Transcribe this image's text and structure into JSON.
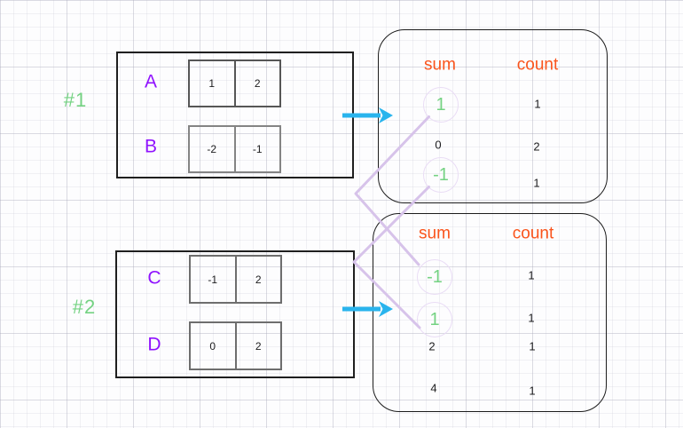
{
  "colors": {
    "green": "#74d282",
    "purple": "#9013fe",
    "orange": "#fa541c",
    "cyan": "#29b4ed",
    "lavender": "#d7c3ea",
    "lavlight": "#e9dcf5",
    "ink": "#1d1d1f"
  },
  "example1": {
    "tag": "#1",
    "input": {
      "rows": [
        {
          "label": "A",
          "cells": [
            "1",
            "2"
          ]
        },
        {
          "label": "B",
          "cells": [
            "-2",
            "-1"
          ]
        }
      ]
    },
    "output": {
      "sum_header": "sum",
      "count_header": "count",
      "rows": [
        {
          "sum": "1",
          "count": "1",
          "highlighted": true
        },
        {
          "sum": "0",
          "count": "2",
          "highlighted": false
        },
        {
          "sum": "-1",
          "count": "1",
          "highlighted": true
        }
      ]
    }
  },
  "example2": {
    "tag": "#2",
    "input": {
      "rows": [
        {
          "label": "C",
          "cells": [
            "-1",
            "2"
          ]
        },
        {
          "label": "D",
          "cells": [
            "0",
            "2"
          ]
        }
      ]
    },
    "output": {
      "sum_header": "sum",
      "count_header": "count",
      "rows": [
        {
          "sum": "-1",
          "count": "1",
          "highlighted": true
        },
        {
          "sum": "1",
          "count": "1",
          "highlighted": true
        },
        {
          "sum": "2",
          "count": "1",
          "highlighted": false
        },
        {
          "sum": "4",
          "count": "1",
          "highlighted": false
        }
      ]
    }
  },
  "connections": [
    {
      "from": "example1.sum.1",
      "to": "example2.sum.-1"
    },
    {
      "from": "example1.sum.-1",
      "to": "example2.sum.1"
    }
  ]
}
